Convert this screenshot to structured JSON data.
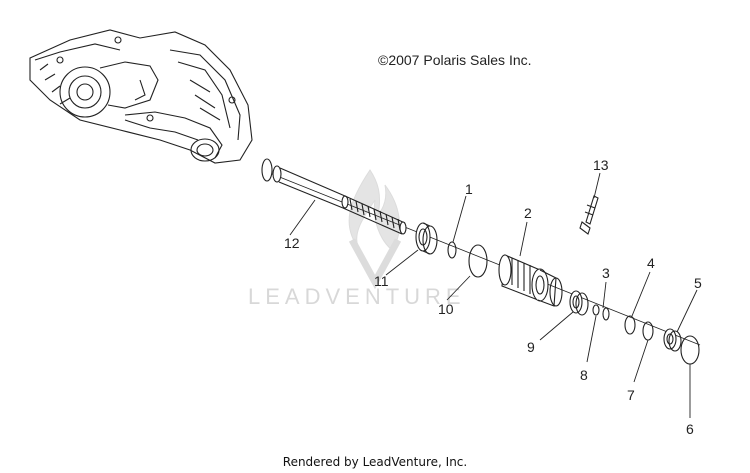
{
  "copyright": "©2007 Polaris Sales Inc.",
  "footer": "Rendered by LeadVenture, Inc.",
  "watermark": "LEADVENTURE",
  "callouts": [
    "1",
    "2",
    "3",
    "4",
    "5",
    "6",
    "7",
    "8",
    "9",
    "10",
    "11",
    "12",
    "13"
  ],
  "colors": {
    "line": "#222222",
    "watermark": "#d8d8d8"
  }
}
